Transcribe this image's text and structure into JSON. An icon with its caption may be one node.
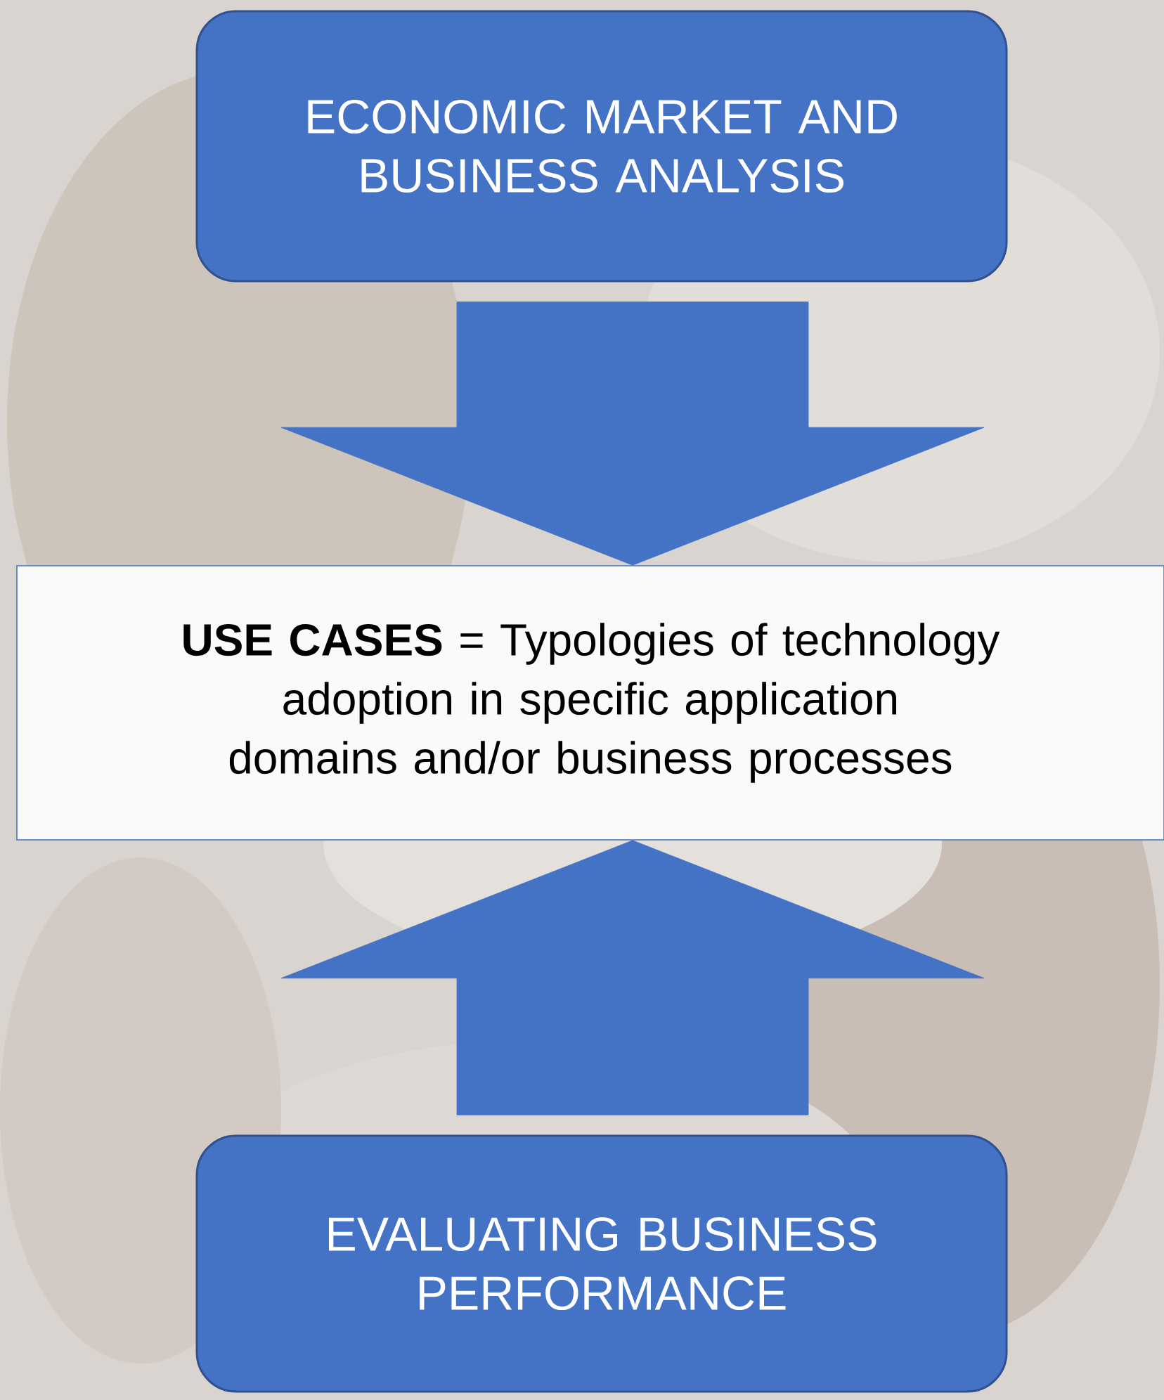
{
  "diagram": {
    "nodes": [
      {
        "text": [
          "ECONOMIC MARKET AND BUSINESS ANALYSIS"
        ]
      },
      {
        "text": [
          "**USE CASES** = Typologies of technology adoption in specific application domains and/or business processes"
        ]
      },
      {
        "text": [
          "EVALUATING BUSINESS PERFORMANCE"
        ]
      }
    ],
    "edges": [
      {
        "from": 0,
        "to": 1,
        "arrow": "to"
      },
      {
        "from": 2,
        "to": 1,
        "arrow": "to"
      }
    ]
  }
}
